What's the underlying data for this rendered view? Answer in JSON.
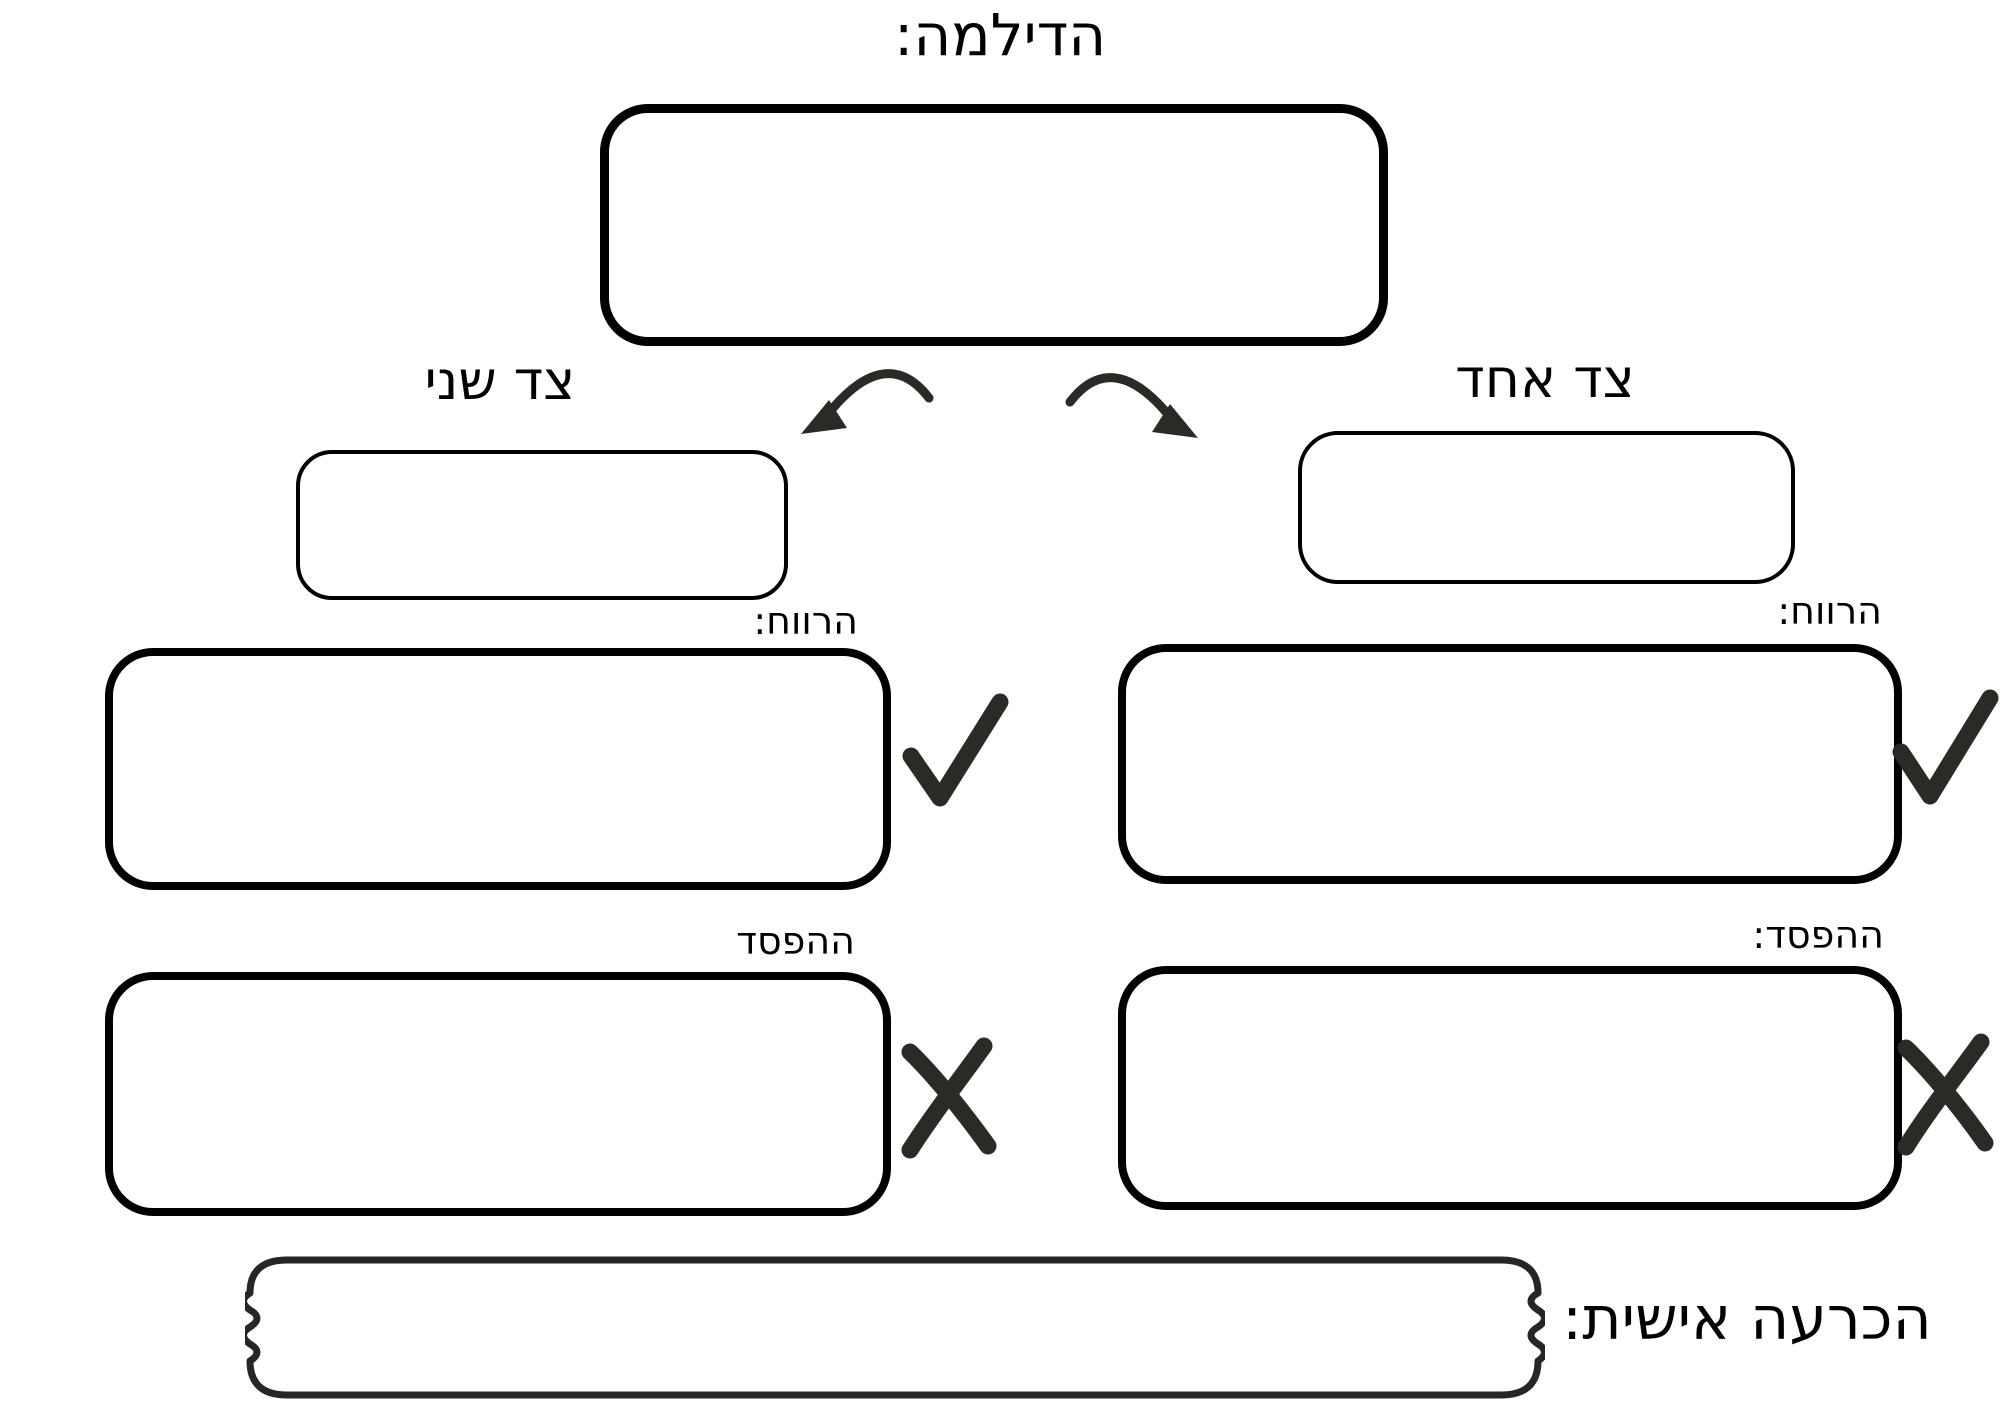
{
  "colors": {
    "background": "#ffffff",
    "ink": "#000000",
    "sketch": "#2b2a26"
  },
  "title": "הדילמה:",
  "sides": {
    "right": {
      "heading": "צד אחד",
      "gain_label": "הרווח:",
      "loss_label": "ההפסד:"
    },
    "left": {
      "heading": "צד שני",
      "gain_label": "הרווח:",
      "loss_label": "ההפסד"
    }
  },
  "decision": {
    "label": "הכרעה אישית:"
  },
  "icons": {
    "arrow_left": "curved-arrow-down-left",
    "arrow_right": "curved-arrow-down-right",
    "check": "checkmark",
    "cross": "x-mark"
  }
}
